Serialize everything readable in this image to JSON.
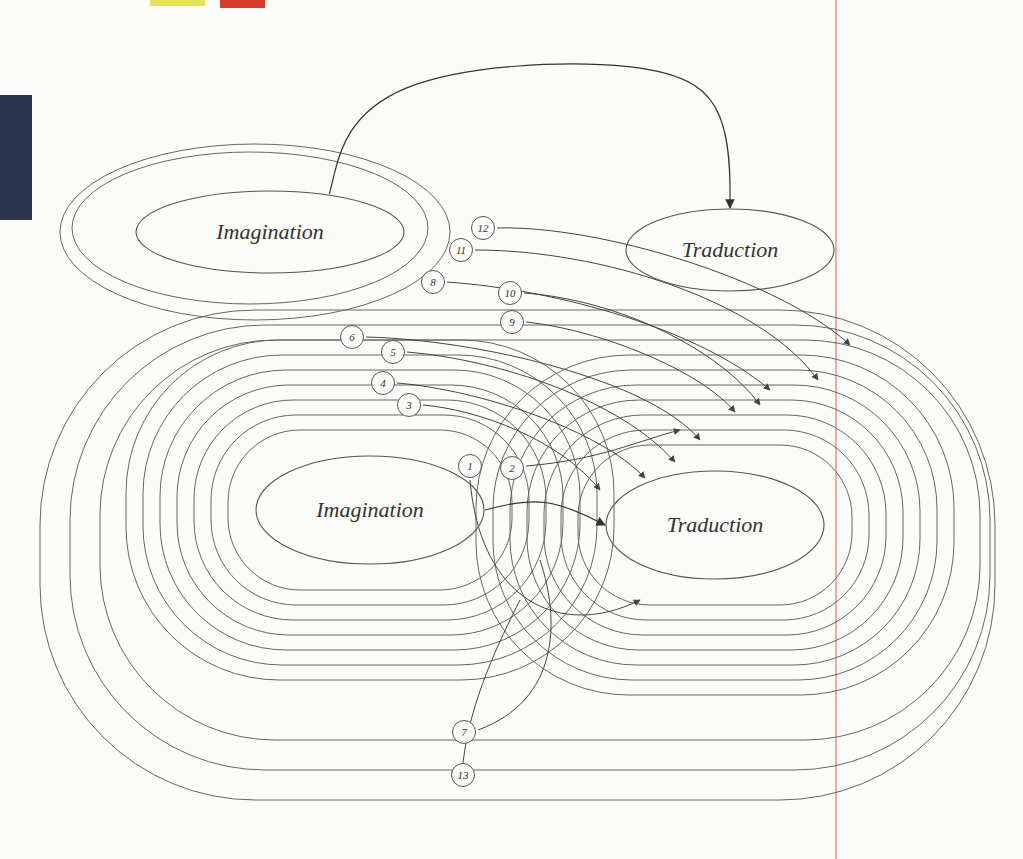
{
  "diagram": {
    "nodes": [
      {
        "text": [
          "Imagination"
        ]
      },
      {
        "text": [
          "Traduction"
        ]
      },
      {
        "text": [
          "Imagination"
        ]
      },
      {
        "text": [
          "Traduction"
        ]
      }
    ],
    "edges": [
      {
        "from": 0,
        "to": 1,
        "arrow": "to"
      },
      {
        "from": 2,
        "to": 3,
        "arrow": "to"
      }
    ],
    "labels": [
      "12",
      "11",
      "8",
      "10",
      "9",
      "6",
      "5",
      "4",
      "3",
      "1",
      "2",
      "7",
      "13"
    ]
  }
}
